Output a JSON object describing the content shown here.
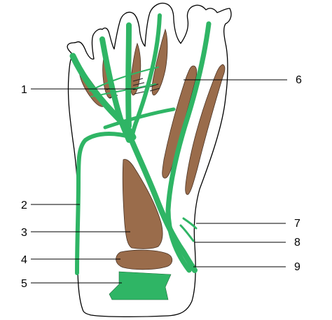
{
  "labels": {
    "l1": "1",
    "l2": "2",
    "l3": "3",
    "l4": "4",
    "l5": "5",
    "l6": "6",
    "l7": "7",
    "l8": "8",
    "l9": "9"
  },
  "colors": {
    "tendon_green": "#2fb565",
    "muscle_brown": "#9a6c4b",
    "outline": "#000000"
  }
}
